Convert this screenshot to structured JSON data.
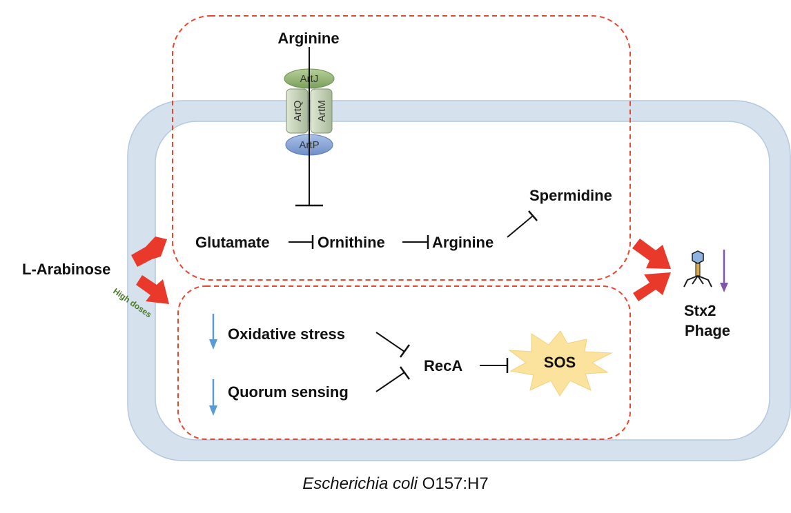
{
  "labels": {
    "arginine_top": "Arginine",
    "glutamate": "Glutamate",
    "ornithine": "Ornithine",
    "arginine_mid": "Arginine",
    "spermidine": "Spermidine",
    "l_arabinose": "L-Arabinose",
    "high_doses": "High doses",
    "oxidative_stress": "Oxidative stress",
    "quorum_sensing": "Quorum sensing",
    "reca": "RecA",
    "sos": "SOS",
    "stx2": "Stx2",
    "phage": "Phage"
  },
  "transporter": {
    "artj": "ArtJ",
    "artq": "ArtQ",
    "artm": "ArtM",
    "artp": "ArtP"
  },
  "caption": {
    "species_italic": "Escherichia coli",
    "strain": "O157:H7"
  },
  "colors": {
    "membrane": "#d6e1ee",
    "membrane_edge": "#b4c8e0",
    "dashed_box": "#e8452e",
    "red_arrow": "#e8392a",
    "blue_arrow": "#5b9bd5",
    "purple_arrow": "#7e57a8",
    "sos_burst": "#fbe29d",
    "high_doses_text": "#4a7a2a"
  }
}
